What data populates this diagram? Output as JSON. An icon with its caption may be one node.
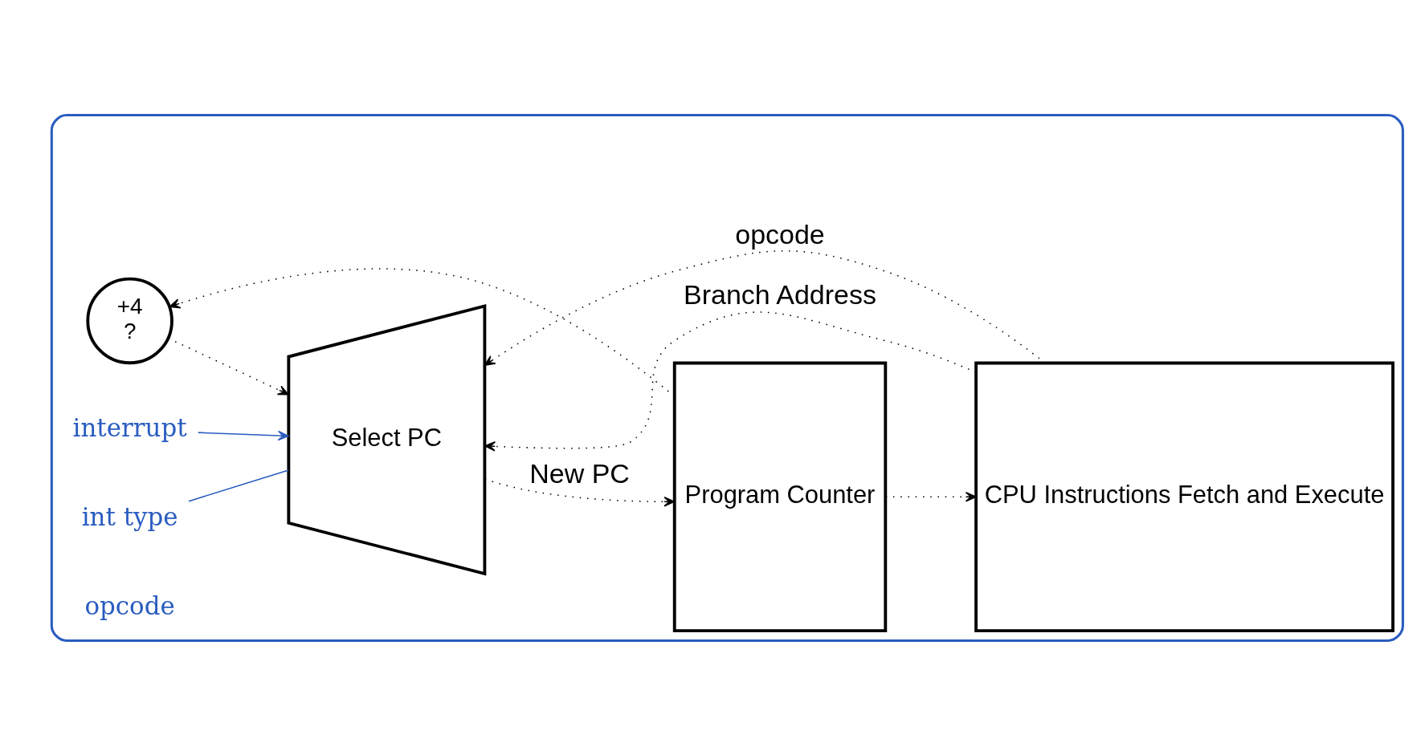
{
  "diagram": {
    "nodes": [
      {
        "text": [],
        "shape": "box"
      },
      {
        "text": [
          "+4",
          "?"
        ],
        "in": 0
      },
      {
        "text": [
          "Select PC"
        ],
        "in": 0
      },
      {
        "text": [
          "Program Counter"
        ],
        "in": 0
      },
      {
        "text": [
          "CPU Instructions Fetch and Execute"
        ],
        "in": 0
      },
      {
        "text": [
          "interrupt"
        ],
        "in": 0
      },
      {
        "text": [
          "int type"
        ],
        "in": 0
      }
    ],
    "edges": [
      {
        "from": 3,
        "to": 1,
        "arrow": "to",
        "style": "dashed"
      },
      {
        "from": 1,
        "to": 2,
        "arrow": "to",
        "style": "dashed"
      },
      {
        "from": 4,
        "to": 2,
        "arrow": "to",
        "label": "Branch Address",
        "style": "dashed"
      },
      {
        "from": 2,
        "to": 3,
        "arrow": "to",
        "label": "New PC",
        "style": "dashed"
      },
      {
        "from": 3,
        "to": 4,
        "arrow": "to",
        "style": "dashed"
      },
      {
        "from": 4,
        "to": 2,
        "arrow": "to",
        "label": "opcode",
        "style": "dashed"
      },
      {
        "from": 5,
        "to": 2,
        "arrow": "to",
        "color": "#2a5cc0"
      },
      {
        "from": 6,
        "to": 2,
        "arrow": "none",
        "color": "#2a5cc0"
      }
    ],
    "labels": [
      "opcode"
    ]
  }
}
